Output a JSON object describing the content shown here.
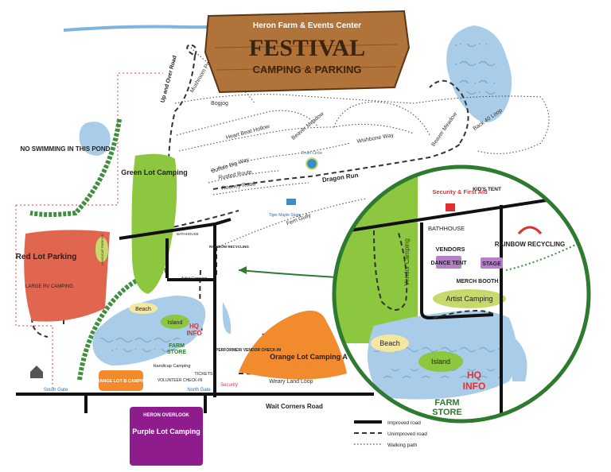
{
  "header": {
    "subtitle": "Heron Farm & Events Center",
    "title": "FESTIVAL",
    "title2": "CAMPING & PARKING"
  },
  "colors": {
    "green": "#8dc63f",
    "red": "#e06650",
    "orange": "#f28a2e",
    "purple": "#8e1c8c",
    "water": "#a9cde8",
    "wood": "#b0733a"
  },
  "labels": {
    "no_swimming": "NO SWIMMING IN THIS POND",
    "green_lot": "Green Lot Camping",
    "red_lot": "Red Lot Parking",
    "large_rv": "LARGE RV CAMPING",
    "handicap_parking": "HANDICAP PARKING",
    "orange_a": "Orange Lot Camping A",
    "orange_b": "ORANGE LOT B CAMPING",
    "purple_overlook": "HERON OVERLOOK",
    "purple_lot": "Purple Lot Camping",
    "beach": "Beach",
    "island": "Island",
    "hq": "HQ",
    "info": "INFO",
    "farm": "FARM",
    "store": "STORE",
    "tickets": "TICKETS",
    "volunteer": "VOLUNTEER CHECK-IN",
    "performer": "PERFORMER/ VENDOR CHECK-IN",
    "handicap_camping": "Handicap Camping",
    "south_gate": "South Gate",
    "north_gate": "North Gate",
    "security_small": "Security",
    "security": "Security & First Aid",
    "kids_tent": "KID'S TENT",
    "bathhouse": "BATHHOUSE",
    "vendors": "VENDORS",
    "dance_tent": "DANCE TENT",
    "stage": "STAGE",
    "merch": "MERCH BOOTH",
    "artist_camping": "Artist Camping",
    "rainbow": "RAINBOW RECYCLING",
    "vendor_camping": "Vendor Camping",
    "drum_circle": "Drum Circle",
    "tiger_maple": "Tiger Maple Stage",
    "wait_corners": "Wait Corners Road",
    "dragon_run": "Dragon Run",
    "up_over": "Up and Over Road",
    "mushroom": "Mushroom Pond Rd",
    "bogjog": "Bogjog",
    "heart_beat": "Heart Beat Hollow",
    "beaver_meadow": "Beaver Meadow",
    "beaver_meadow2": "Beaver Meadow",
    "wishbone": "Wishbone Way",
    "back40": "Back 40 Loop",
    "buffalo": "Buffalo Big Way",
    "rusted": "Rusted Route",
    "rooney": "Rooney Road",
    "fern": "Fern Gully",
    "weary": "Weary Land Loop"
  },
  "legend": [
    {
      "label": "Improved road",
      "style": "solid"
    },
    {
      "label": "Unimproved road",
      "style": "dashed"
    },
    {
      "label": "Walking path",
      "style": "dotted"
    }
  ]
}
